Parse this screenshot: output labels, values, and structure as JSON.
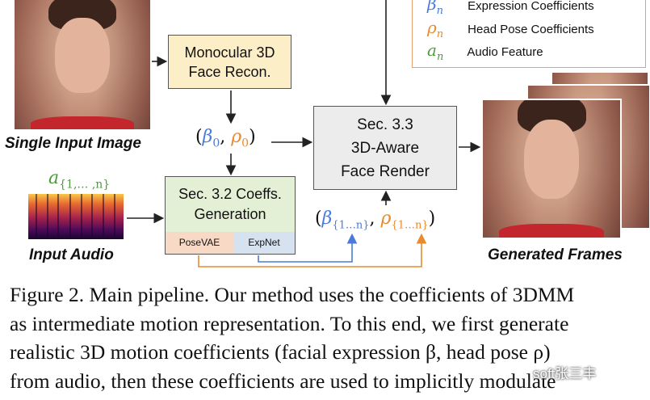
{
  "legend": {
    "items": [
      {
        "symbol": "β",
        "sub": "n",
        "label": "Expression Coefficients",
        "color": "#4a7bd8"
      },
      {
        "symbol": "ρ",
        "sub": "n",
        "label": "Head Pose Coefficients",
        "color": "#e88a2e"
      },
      {
        "symbol": "a",
        "sub": "n",
        "label": "Audio Feature",
        "color": "#4f9a3c"
      }
    ]
  },
  "boxes": {
    "recon": {
      "line1": "Monocular 3D",
      "line2": "Face Recon."
    },
    "render": {
      "line1": "Sec. 3.3",
      "line2": "3D-Aware",
      "line3": "Face Render"
    },
    "coeff": {
      "line1": "Sec. 3.2 Coeffs.",
      "line2": "Generation",
      "sub1": "PoseVAE",
      "sub2": "ExpNet"
    }
  },
  "labels": {
    "single_input": "Single Input Image",
    "input_audio": "Input Audio",
    "generated": "Generated Frames"
  },
  "math": {
    "beta0": "β",
    "beta0_sub": "0",
    "rho0": "ρ",
    "rho0_sub": "0",
    "audio": "a",
    "audio_sub": "{1,… ,n}",
    "beta_seq": "β",
    "beta_seq_sub": "{1…n}",
    "rho_seq": "ρ",
    "rho_seq_sub": "{1…n}"
  },
  "caption": {
    "line1": "Figure 2. Main pipeline. Our method uses the coefficients of 3DMM",
    "line2": "as intermediate motion representation. To this end, we first generate",
    "line3": "realistic 3D motion coefficients (facial expression β, head pose ρ)",
    "line4": "from audio, then these coefficients are used to implicitly modulate"
  },
  "watermark": "soft张三丰"
}
